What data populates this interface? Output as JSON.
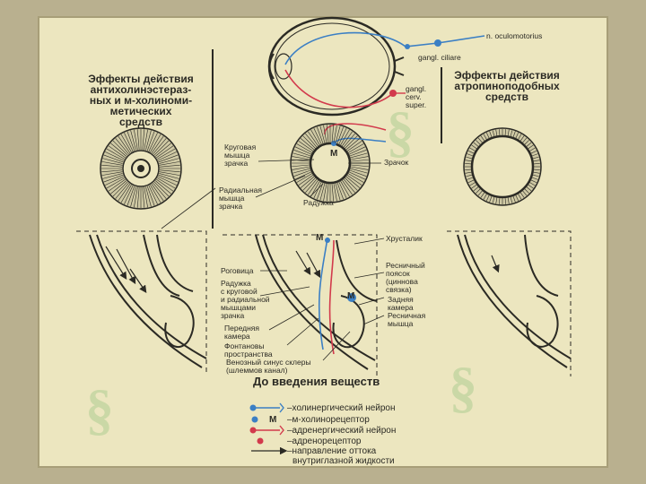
{
  "diagram": {
    "left_header": [
      "Эффекты действия",
      "антихолинэстераз-",
      "ных и м-холиноми-",
      "метических",
      "средств"
    ],
    "right_header": [
      "Эффекты действия",
      "атропиноподобных",
      "средств"
    ],
    "nerve_labels": {
      "oculomotor": "n. oculomotorius",
      "ciliary": "gangl. ciliare",
      "cervical": [
        "gangl.",
        "cerv.",
        "super."
      ]
    },
    "iris_labels": {
      "circular_muscle": [
        "Круговая",
        "мышца",
        "зрачка"
      ],
      "radial_muscle": [
        "Радиальная",
        "мышца",
        "зрачка"
      ],
      "iris": "Радужка",
      "pupil": "Зрачок",
      "m_marker": "M"
    },
    "section_labels": {
      "m_top": "M",
      "m_mid": "M",
      "lens": "Хрусталик",
      "cornea": "Роговица",
      "iris_muscles": [
        "Радужка",
        "с круговой",
        "и радиальной",
        "мышцами",
        "зрачка"
      ],
      "anterior_chamber": [
        "Передняя",
        "камера"
      ],
      "fontana": [
        "Фонтановы",
        "пространства"
      ],
      "venous_sinus": [
        "Венозный синус склеры",
        "(шлеммов канал)"
      ],
      "ciliary_girdle": [
        "Ресничный",
        "поясок",
        "(цинновa",
        "связка)"
      ],
      "posterior_chamber": [
        "Задняя",
        "камера"
      ],
      "ciliary_muscle": [
        "Ресничная",
        "мышца"
      ]
    },
    "caption": "До введения веществ",
    "legend": [
      {
        "symbol": "cholinergic-neuron",
        "marker": "",
        "text": "–холинергический  нейрон"
      },
      {
        "symbol": "m-receptor",
        "marker": "M",
        "text": "–м-холинорецептор"
      },
      {
        "symbol": "adrenergic-neuron",
        "marker": "",
        "text": "–адренергический  нейрон"
      },
      {
        "symbol": "adrenoreceptor",
        "marker": "",
        "text": "–адренорецептор"
      },
      {
        "symbol": "flow-arrow",
        "marker": "",
        "text": "–направление оттока"
      },
      {
        "symbol": "flow-arrow",
        "marker": "",
        "text": "внутриглазной жидкости"
      }
    ],
    "colors": {
      "cholinergic": "#3b7fc4",
      "adrenergic": "#d23a4c",
      "ink": "#2b2a24",
      "paper": "#ece6bf",
      "iris": "#cfc9a4"
    }
  }
}
